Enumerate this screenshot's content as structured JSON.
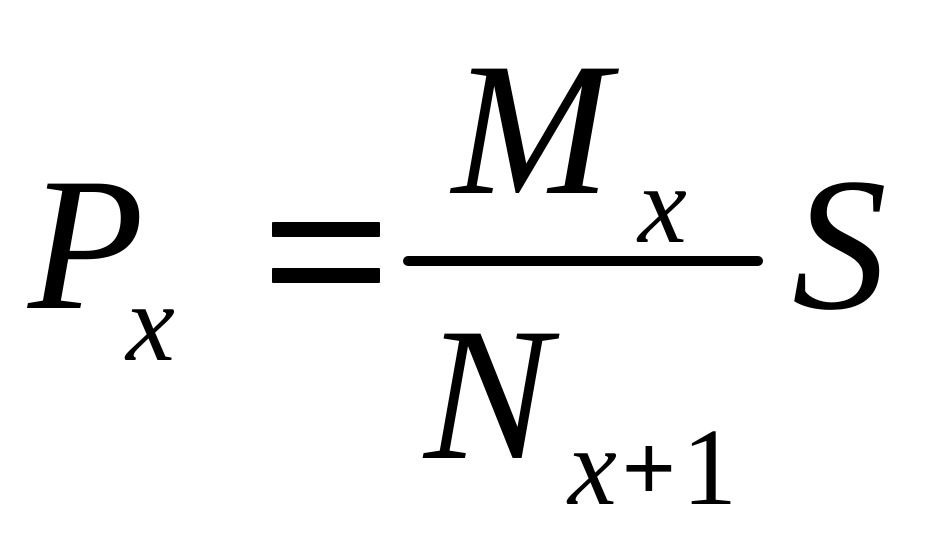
{
  "formula": {
    "lhs": {
      "symbol": "P",
      "subscript": "x"
    },
    "equals": "=",
    "fraction": {
      "numerator": {
        "symbol": "M",
        "subscript": "x"
      },
      "denominator": {
        "symbol": "N",
        "subscript_var": "x",
        "subscript_op": "+",
        "subscript_num": "1"
      }
    },
    "multiplier": "S"
  }
}
